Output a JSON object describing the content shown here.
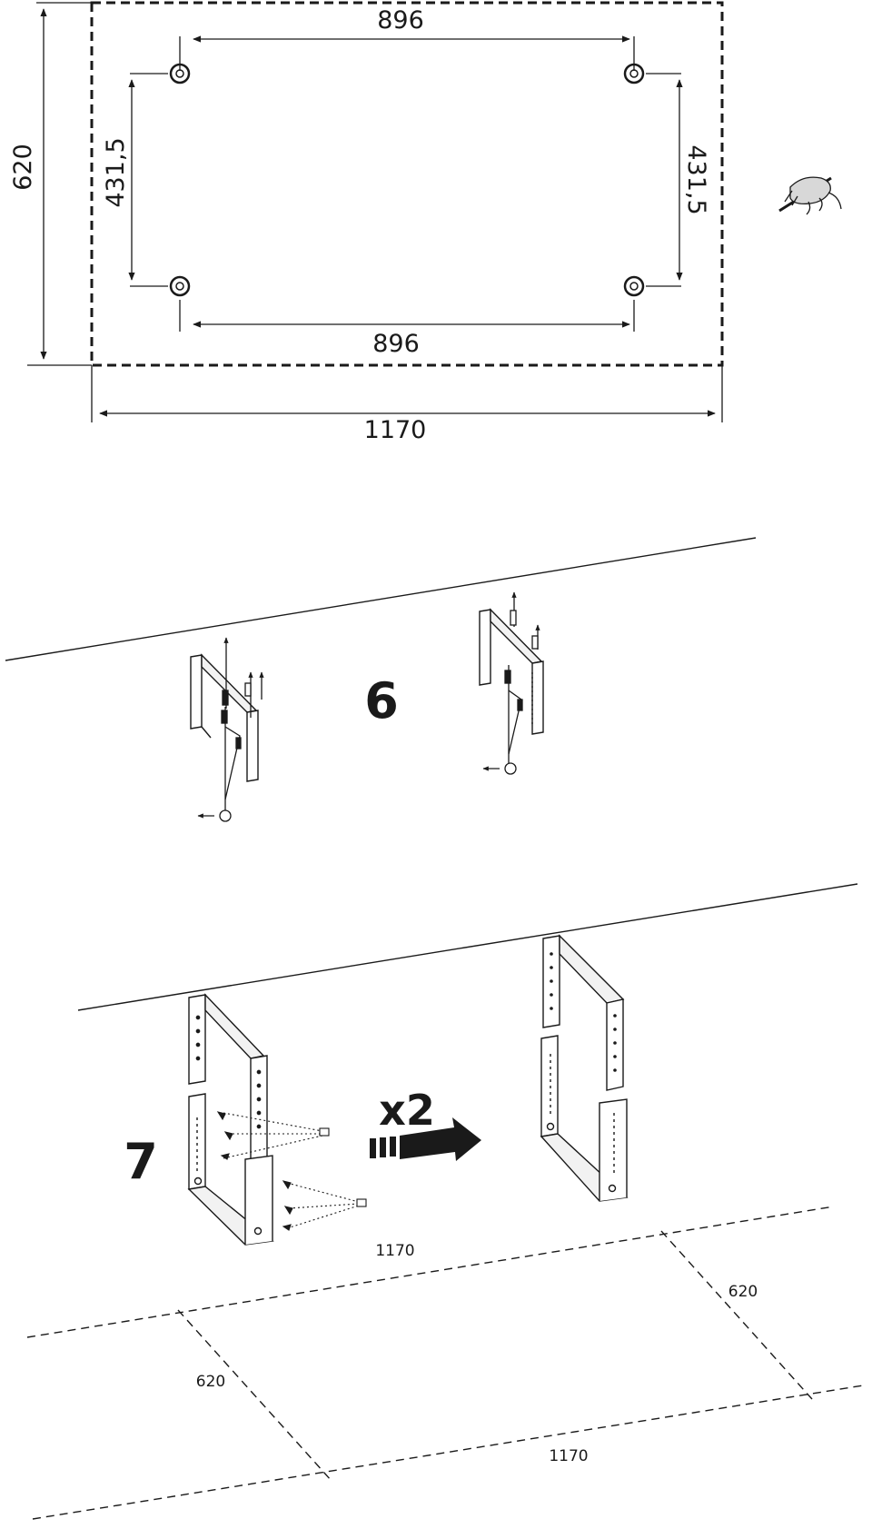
{
  "drilling_template": {
    "width": "1170",
    "height": "620",
    "hole_spacing_top": "896",
    "hole_spacing_bottom": "896",
    "hole_spacing_left": "431,5",
    "hole_spacing_right": "431,5",
    "icon": "pencil-hand-icon"
  },
  "step6": {
    "number": "6"
  },
  "step7": {
    "number": "7",
    "multiplier": "x2"
  },
  "floor_plan": {
    "top_length": "1170",
    "right_width": "620",
    "left_width": "620",
    "bottom_length": "1170"
  }
}
